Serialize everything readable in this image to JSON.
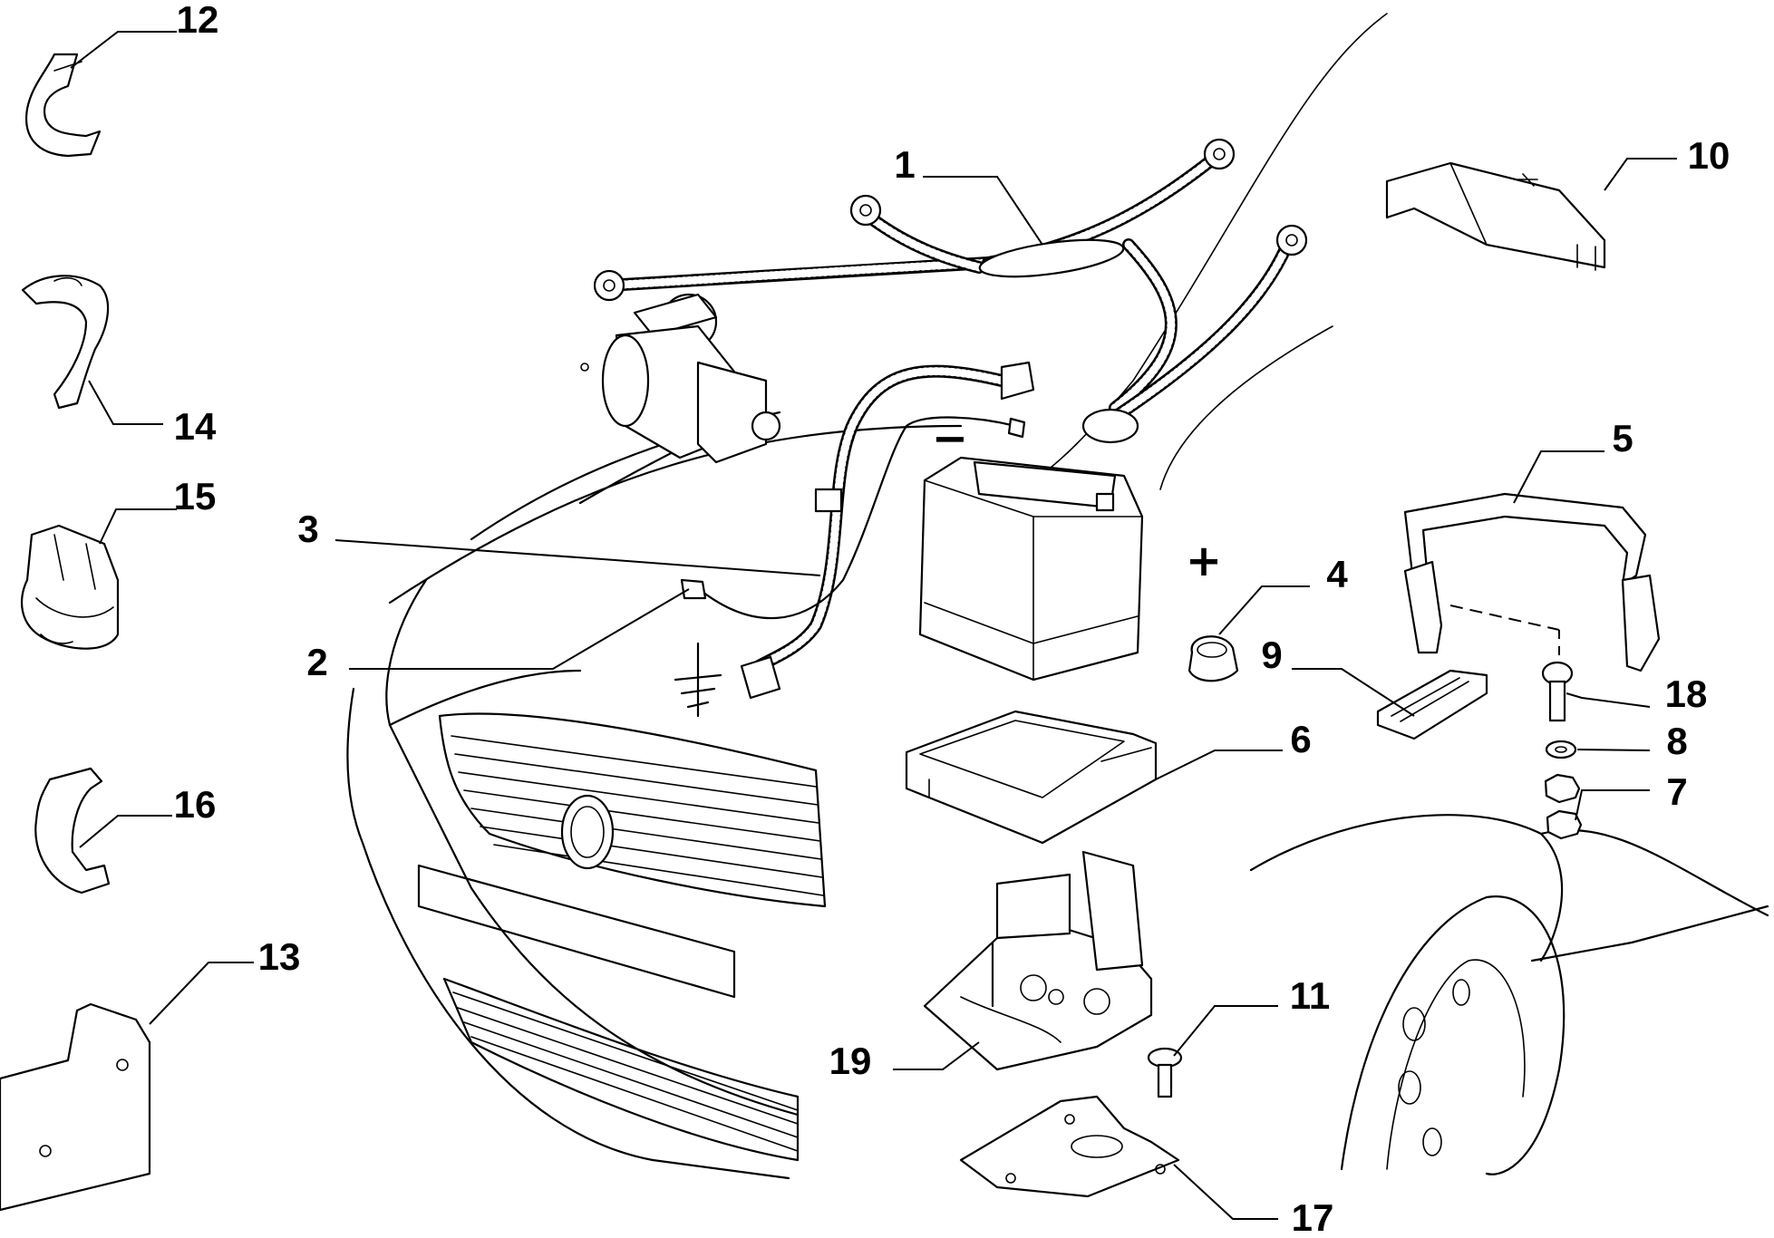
{
  "callouts": {
    "c1": "1",
    "c2": "2",
    "c3": "3",
    "c4": "4",
    "c5": "5",
    "c6": "6",
    "c7": "7",
    "c8": "8",
    "c9": "9",
    "c10": "10",
    "c11": "11",
    "c12": "12",
    "c13": "13",
    "c14": "14",
    "c15": "15",
    "c16": "16",
    "c17": "17",
    "c18": "18",
    "c19": "19"
  },
  "symbols": {
    "negative": "−",
    "positive": "+"
  }
}
